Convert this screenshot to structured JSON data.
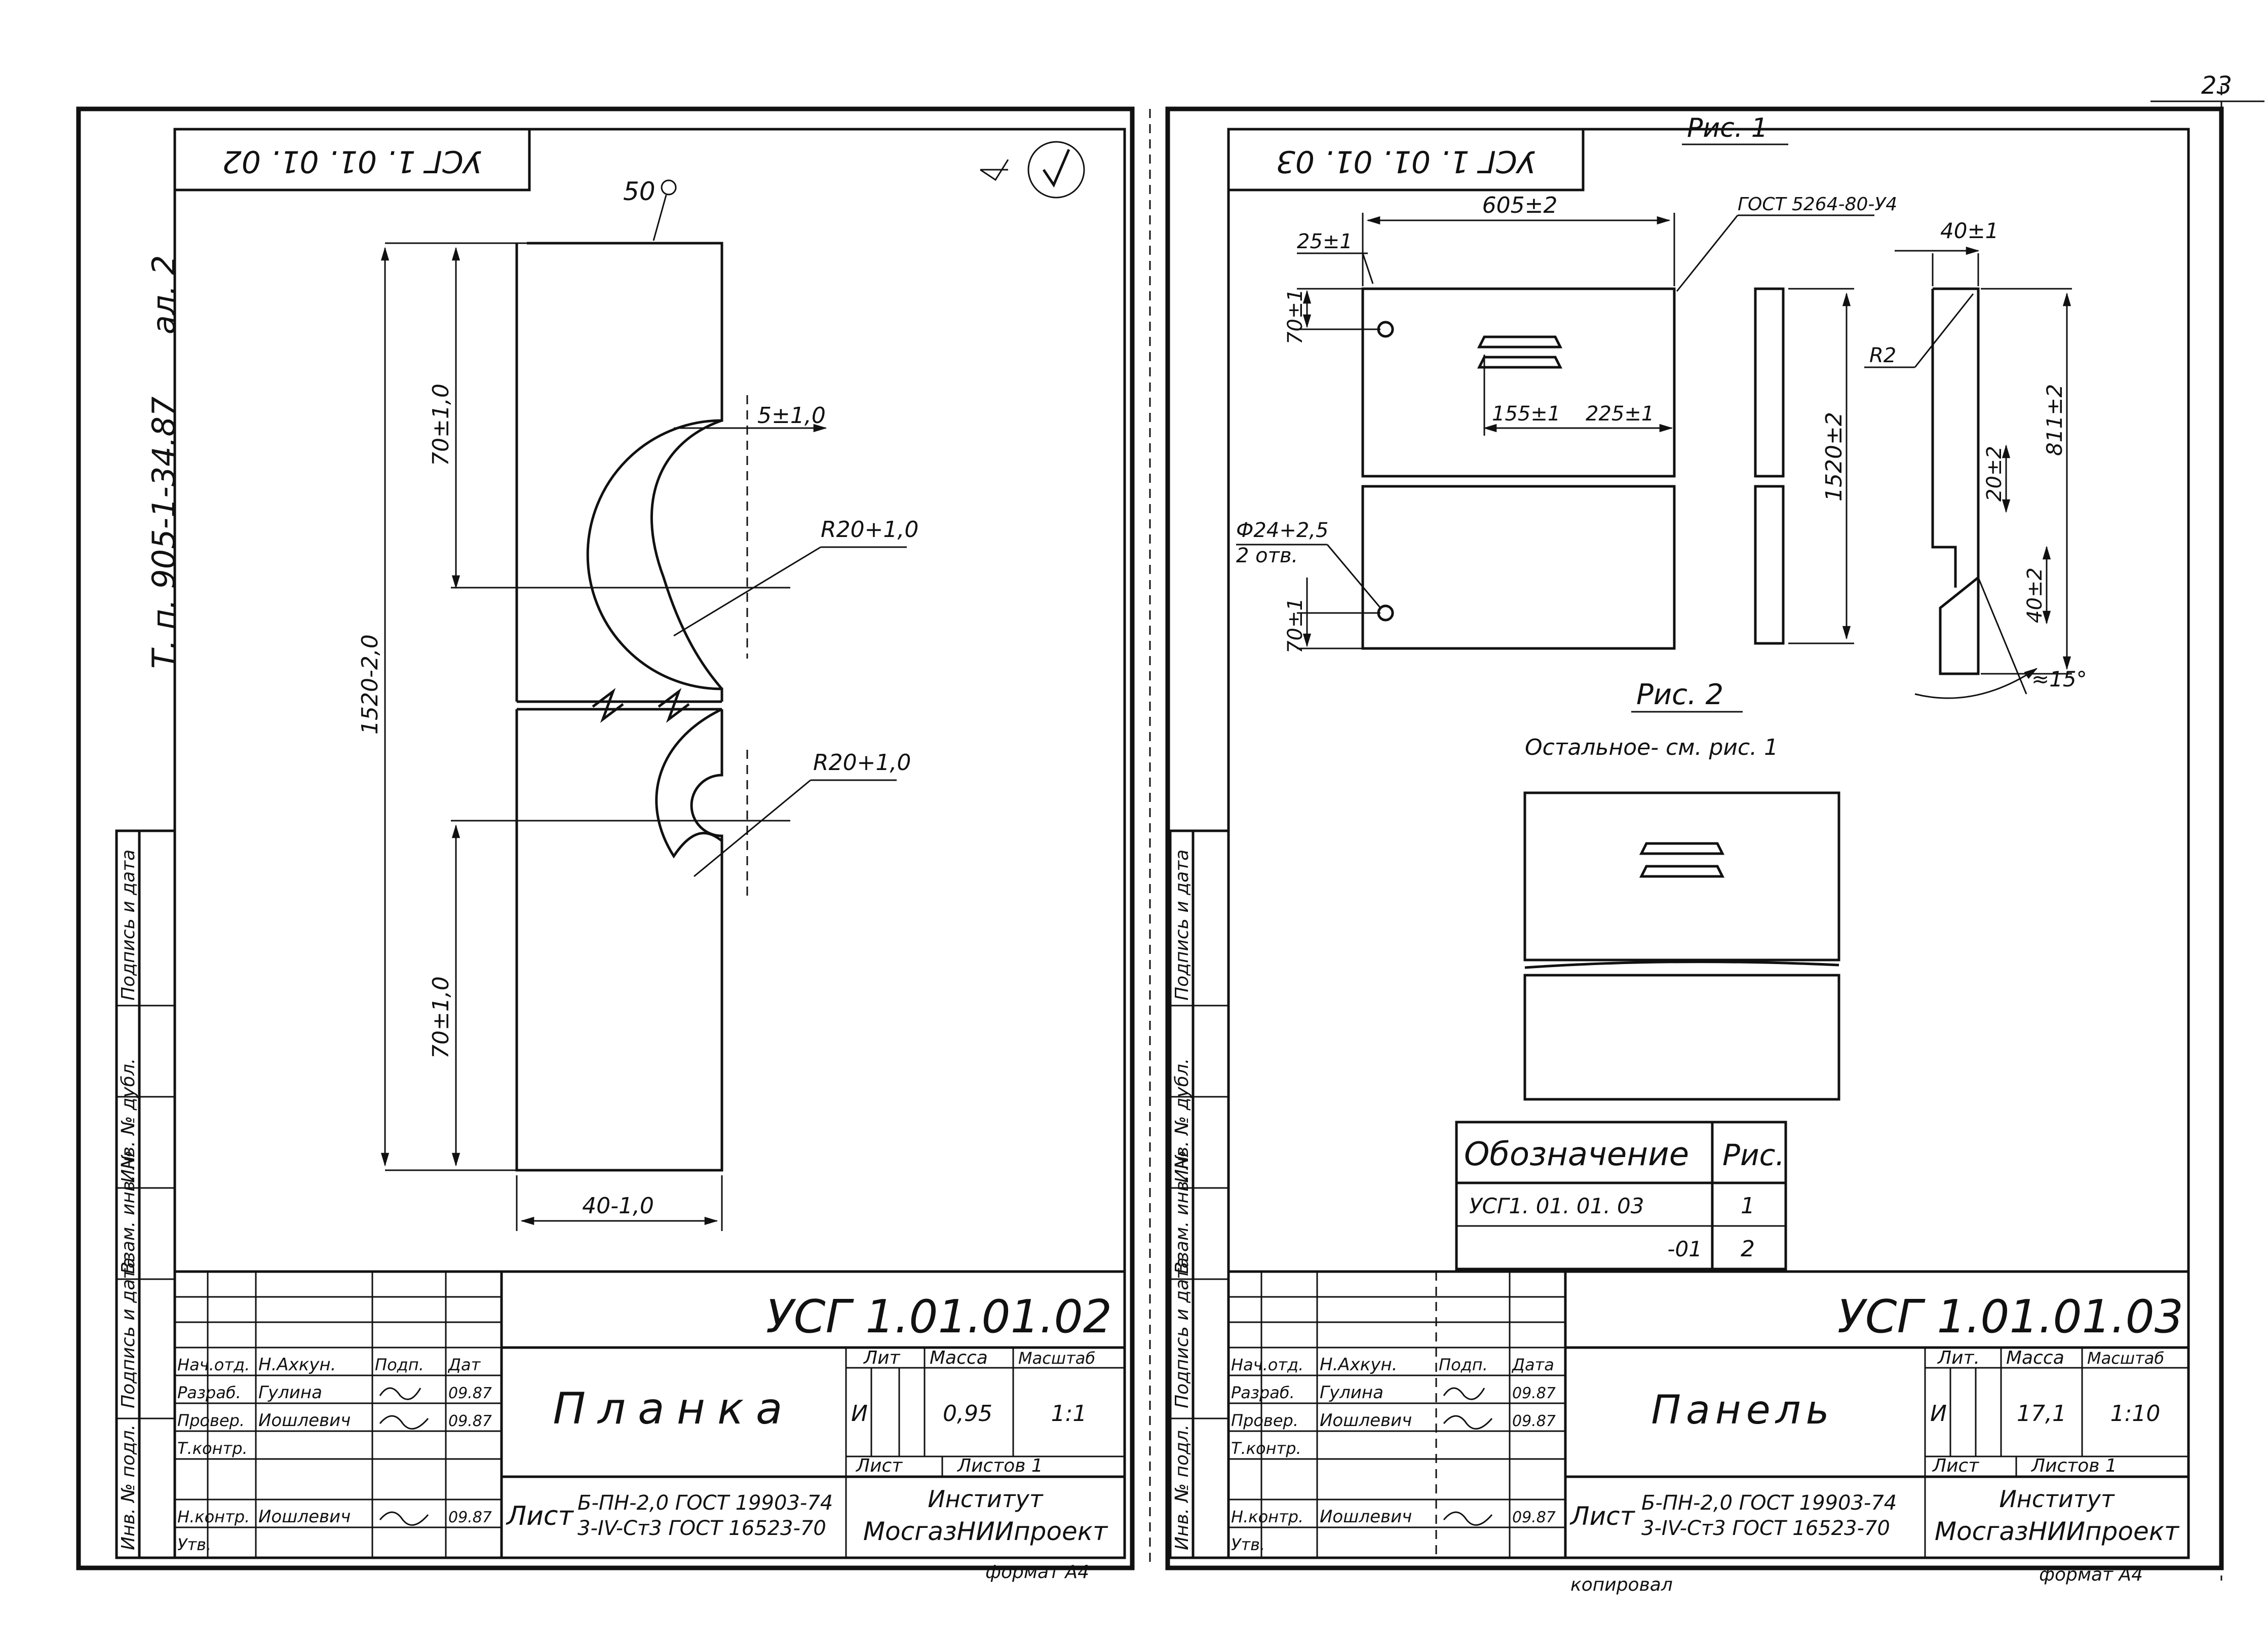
{
  "page_number": "23",
  "footer": {
    "format_left": "формат А4",
    "copied": "копировал",
    "format_right": "формат А4"
  },
  "left_sheet": {
    "stamp_code": "УСГ 1. 01. 01. 02",
    "project_ref": "Т. п. 905-1-34.87",
    "album": "ал. 2",
    "roughness_mark": "50",
    "dimensions": {
      "notch_depth": "5±1,0",
      "upper_len": "70±1,0",
      "radius_top": "R20+1,0",
      "radius_bottom": "R20+1,0",
      "total_len": "1520-2,0",
      "lower_len": "70±1,0",
      "width": "40-1,0"
    },
    "title_block": {
      "designation": "УСГ 1.01.01.02",
      "name": "Планка",
      "lit_label": "Лит",
      "mass_label": "Масса",
      "scale_label": "Масштаб",
      "lit_value": "И",
      "mass_value": "0,95",
      "scale_value": "1:1",
      "sheet_label": "Лист",
      "sheets_label": "Листов 1",
      "material_prefix": "Лист",
      "material_line1": "Б-ПН-2,0 ГОСТ 19903-74",
      "material_line2": "3-IV-Ст3 ГОСТ 16523-70",
      "org_line1": "Институт",
      "org_line2": "МосгазНИИпроект",
      "roles": [
        "Нач.отд.",
        "Разраб.",
        "Провер.",
        "Т.контр.",
        "",
        "Н.контр.",
        "Утв."
      ],
      "names": [
        "Н.Ахкун.",
        "Гулина",
        "Иошлевич",
        "",
        "",
        "Иошлевич",
        ""
      ],
      "dates": [
        "",
        "09.87",
        "09.87",
        "",
        "",
        "09.87",
        ""
      ],
      "head_sign": "Подп.",
      "head_date": "Дат"
    },
    "side_stamp": [
      "Инв. № подл.",
      "Подпись и дата",
      "Взам. инв. №",
      "Инв. № дубл.",
      "Подпись и дата"
    ]
  },
  "right_sheet": {
    "stamp_code": "УСГ 1. 01. 01. 03",
    "fig1_label": "Рис. 1",
    "fig2_label": "Рис. 2",
    "note": "Остальное- см. рис. 1",
    "dimensions": {
      "width": "605±2",
      "edge_offset": "25±1",
      "profile": "ГОСТ 5264-80-У4",
      "hole_top": "70±1",
      "slot_a": "155±1",
      "slot_b": "225±1",
      "hole_dia": "Ф24+2,5",
      "holes_count": "2 отв.",
      "hole_bottom": "70±1",
      "height": "1520±2",
      "side_width": "40±1",
      "side_radius": "R2",
      "side_len": "811±2",
      "side_a": "20±2",
      "side_b": "40±2",
      "angle": "≈15°"
    },
    "spec_table": {
      "head_designation": "Обозначение",
      "head_fig": "Рис.",
      "rows": [
        {
          "designation": "УСГ1. 01. 01. 03",
          "fig": "1"
        },
        {
          "designation": "-01",
          "fig": "2"
        }
      ]
    },
    "title_block": {
      "designation": "УСГ 1.01.01.03",
      "name": "Панель",
      "lit_label": "Лит.",
      "mass_label": "Масса",
      "scale_label": "Масштаб",
      "lit_value": "И",
      "mass_value": "17,1",
      "scale_value": "1:10",
      "sheet_label": "Лист",
      "sheets_label": "Листов 1",
      "material_prefix": "Лист",
      "material_line1": "Б-ПН-2,0 ГОСТ 19903-74",
      "material_line2": "3-IV-Ст3 ГОСТ 16523-70",
      "org_line1": "Институт",
      "org_line2": "МосгазНИИпроект",
      "roles": [
        "Нач.отд.",
        "Разраб.",
        "Провер.",
        "Т.контр.",
        "",
        "Н.контр.",
        "Утв."
      ],
      "names": [
        "Н.Ахкун.",
        "Гулина",
        "Иошлевич",
        "",
        "",
        "Иошлевич",
        ""
      ],
      "dates": [
        "",
        "09.87",
        "09.87",
        "",
        "",
        "09.87",
        ""
      ],
      "head_sign": "Подп.",
      "head_date": "Дата"
    },
    "side_stamp": [
      "Инв. № подл.",
      "Подпись и дата",
      "Взам. инв. №",
      "Инв. № дубл.",
      "Подпись и дата"
    ]
  }
}
